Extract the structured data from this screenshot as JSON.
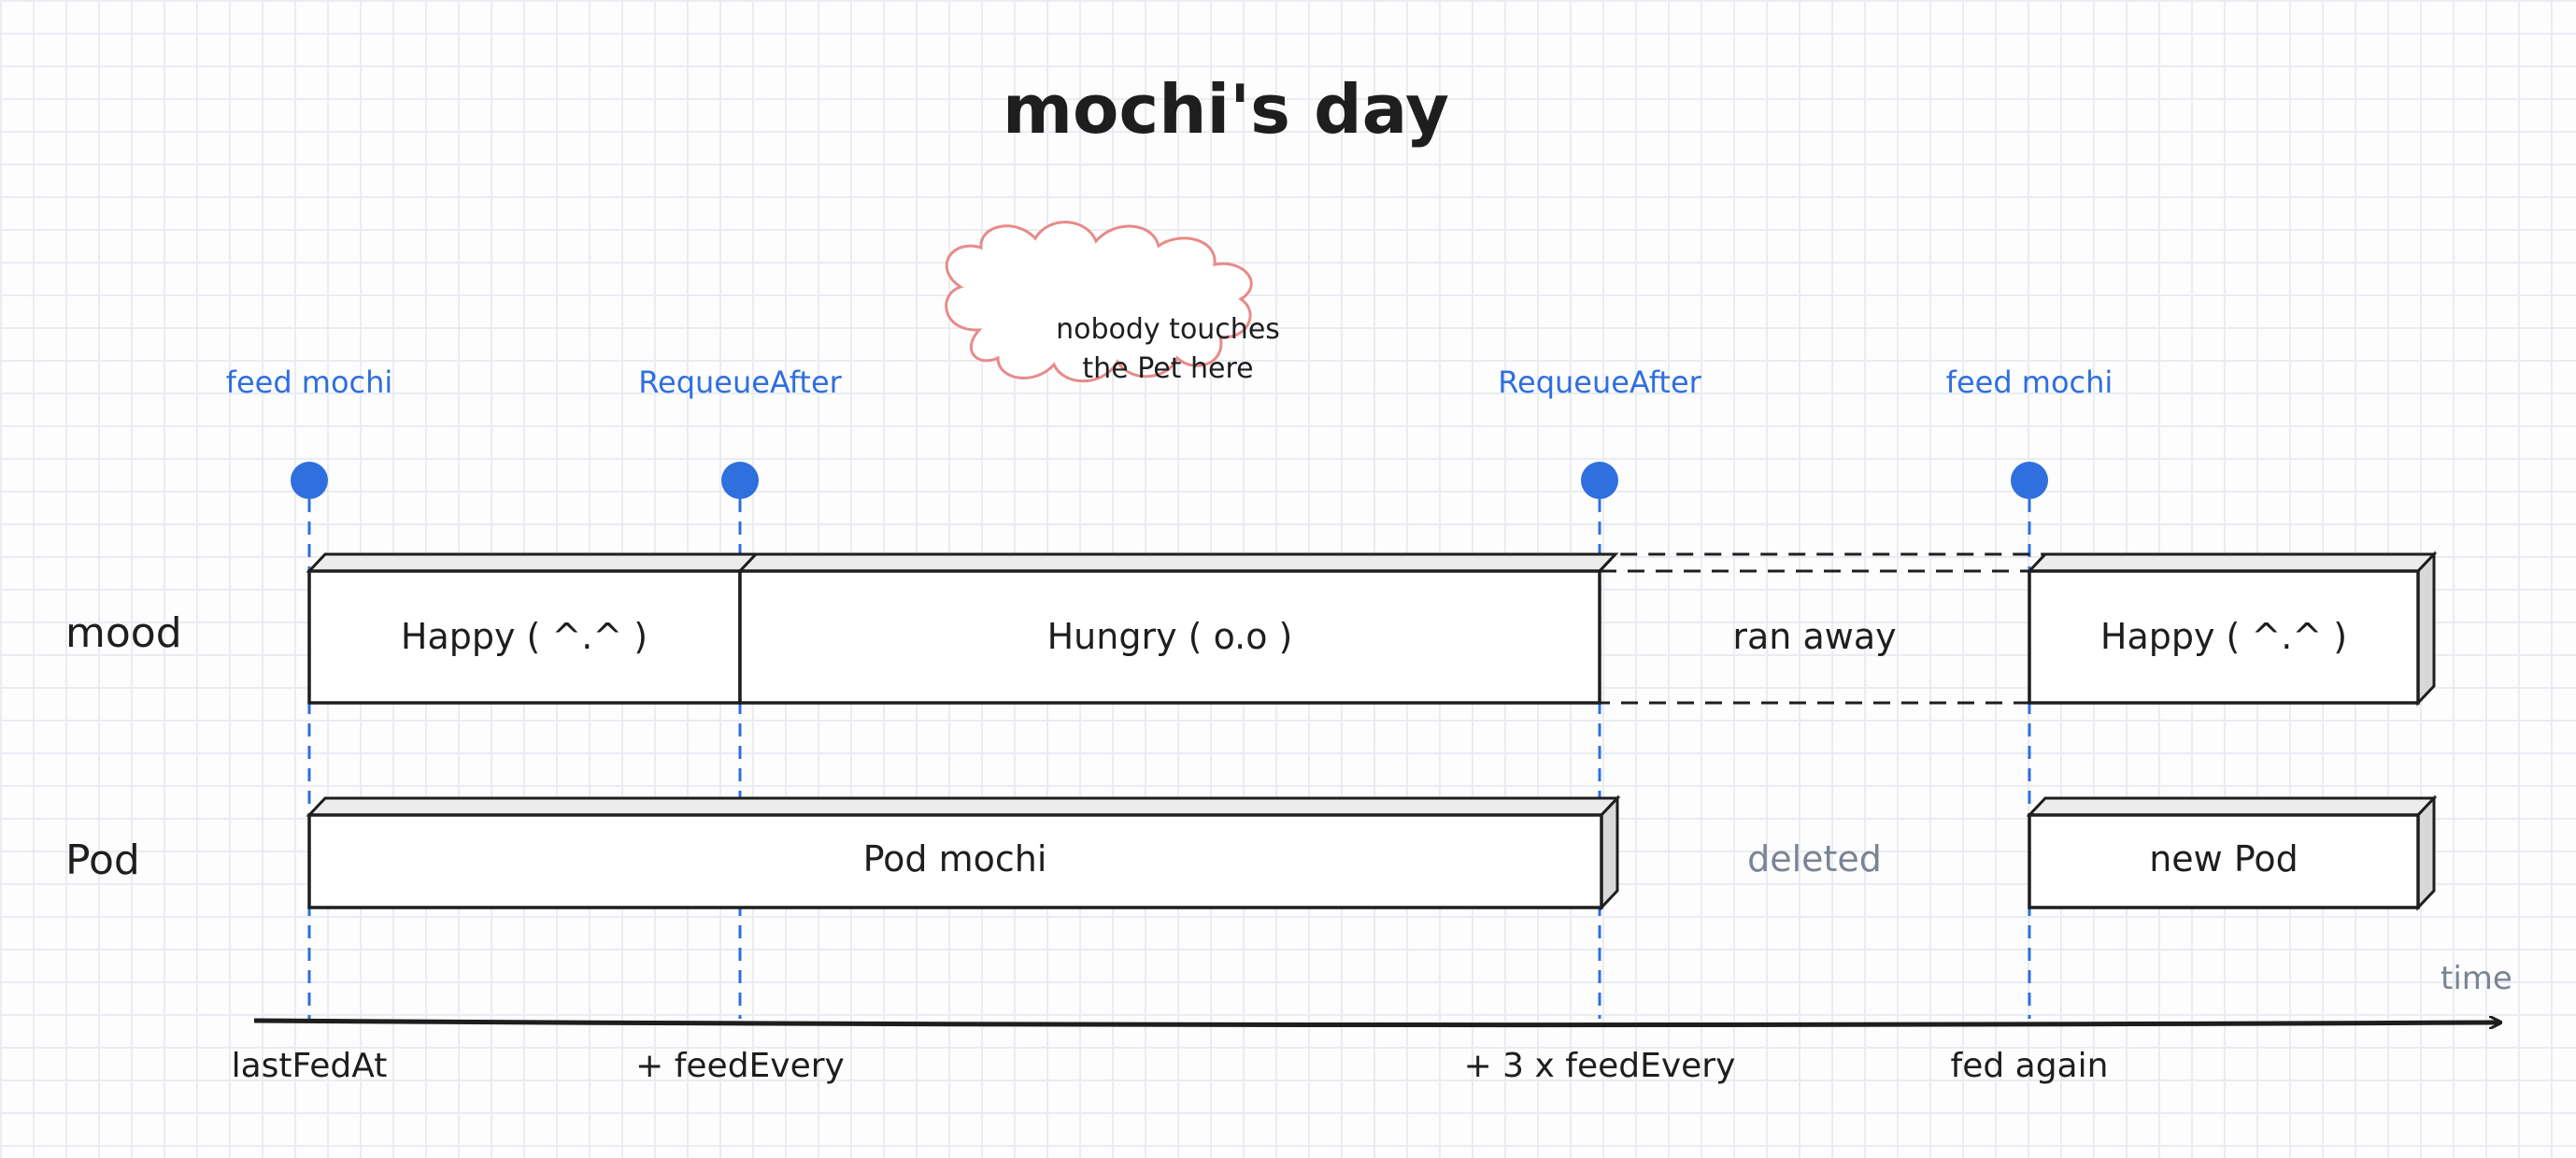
{
  "title": "mochi's day",
  "cloud_note": [
    "nobody touches",
    "the Pet here"
  ],
  "events": [
    {
      "label": "feed mochi",
      "time": "lastFedAt"
    },
    {
      "label": "RequeueAfter",
      "time": "+ feedEvery"
    },
    {
      "label": "RequeueAfter",
      "time": "+ 3 x feedEvery"
    },
    {
      "label": "feed mochi",
      "time": "fed again"
    }
  ],
  "rows": {
    "mood": {
      "label": "mood",
      "segments": [
        {
          "text": "Happy ( ^.^ )",
          "style": "solid"
        },
        {
          "text": "Hungry ( o.o )",
          "style": "solid"
        },
        {
          "text": "ran away",
          "style": "dashed"
        },
        {
          "text": "Happy ( ^.^ )",
          "style": "solid"
        }
      ]
    },
    "pod": {
      "label": "Pod",
      "pod_mochi": "Pod mochi",
      "deleted": "deleted",
      "new_pod": "new Pod"
    }
  },
  "axis_label": "time",
  "colors": {
    "event_blue": "#2f6fde",
    "cloud_red": "#e88a8a",
    "ink": "#1e1e1e",
    "muted": "#7b8494"
  }
}
